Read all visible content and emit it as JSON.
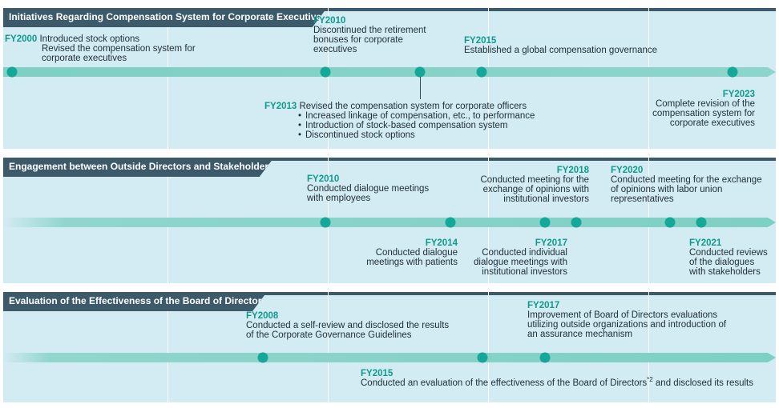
{
  "sections": {
    "compensation": {
      "title": "Initiatives Regarding Compensation System for Corporate Executives",
      "events": {
        "fy2000": {
          "year": "FY2000",
          "line1": "Introduced stock options",
          "line2": "Revised the compensation system for",
          "line3": "corporate executives"
        },
        "fy2010": {
          "year": "FY2010",
          "line1": "Discontinued the retirement",
          "line2": "bonuses for corporate",
          "line3": "executives"
        },
        "fy2015": {
          "year": "FY2015",
          "line1": "Established a global compensation governance"
        },
        "fy2013": {
          "year": "FY2013",
          "line1": "Revised the compensation system for corporate officers",
          "bullets": [
            "Increased linkage of compensation, etc., to performance",
            "Introduction of stock-based compensation system",
            "Discontinued stock options"
          ]
        },
        "fy2023": {
          "year": "FY2023",
          "line1": "Complete revision of the",
          "line2": "compensation system for",
          "line3": "corporate executives"
        }
      }
    },
    "engagement": {
      "title": "Engagement between Outside Directors and Stakeholders",
      "events": {
        "fy2010": {
          "year": "FY2010",
          "line1": "Conducted dialogue meetings",
          "line2": "with employees"
        },
        "fy2018": {
          "year": "FY2018",
          "line1": "Conducted meeting for the",
          "line2": "exchange of opinions with",
          "line3": "institutional investors"
        },
        "fy2020": {
          "year": "FY2020",
          "line1": "Conducted meeting for the exchange",
          "line2": "of opinions with labor union",
          "line3": "representatives"
        },
        "fy2014": {
          "year": "FY2014",
          "line1": "Conducted dialogue",
          "line2": "meetings with patients"
        },
        "fy2017": {
          "year": "FY2017",
          "line1": "Conducted individual",
          "line2": "dialogue meetings with",
          "line3": "institutional investors"
        },
        "fy2021": {
          "year": "FY2021",
          "line1": "Conducted reviews",
          "line2": "of the dialogues",
          "line3": "with stakeholders"
        }
      }
    },
    "evaluation": {
      "title": "Evaluation of the Effectiveness of the Board of Directors",
      "events": {
        "fy2008": {
          "year": "FY2008",
          "line1": "Conducted a self-review and disclosed the results",
          "line2": "of the Corporate Governance Guidelines"
        },
        "fy2017": {
          "year": "FY2017",
          "line1": "Improvement of Board of Directors evaluations",
          "line2": "utilizing outside organizations and introduction of",
          "line3": "an assurance mechanism"
        },
        "fy2015": {
          "year": "FY2015",
          "line1a": "Conducted an evaluation of the effectiveness of the Board of Directors",
          "footnote": "*2",
          "line1b": " and disclosed its results"
        }
      }
    }
  },
  "colors": {
    "panel": "#d3ebf3",
    "tab": "#3d5a6b",
    "band": "#7ecfc4",
    "dot": "#15a797",
    "year": "#109a8c"
  }
}
